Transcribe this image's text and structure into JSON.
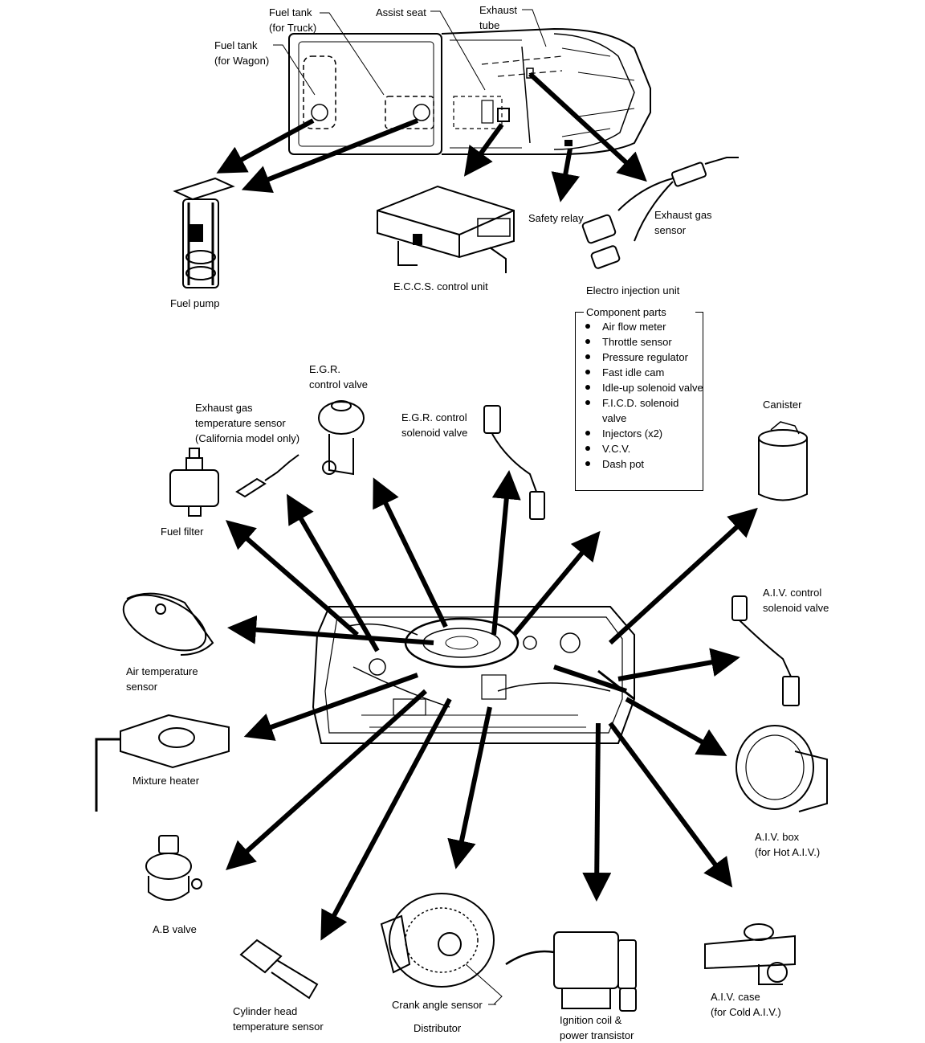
{
  "labels": {
    "fuel_tank_truck": [
      "Fuel tank",
      "(for Truck)"
    ],
    "fuel_tank_wagon": [
      "Fuel tank",
      "(for Wagon)"
    ],
    "assist_seat": "Assist seat",
    "exhaust_tube": [
      "Exhaust",
      "tube"
    ],
    "fuel_pump": "Fuel pump",
    "eccs_control_unit": "E.C.C.S. control unit",
    "safety_relay": "Safety relay",
    "exhaust_gas_sensor": [
      "Exhaust gas",
      "sensor"
    ],
    "electro_injection_unit": "Electro injection unit",
    "egr_control_valve": [
      "E.G.R.",
      "control valve"
    ],
    "egr_control_solenoid_valve": [
      "E.G.R. control",
      "solenoid valve"
    ],
    "exhaust_gas_temp_sensor": [
      "Exhaust gas",
      "temperature sensor",
      "(California model only)"
    ],
    "fuel_filter": "Fuel filter",
    "canister": "Canister",
    "air_temperature_sensor": [
      "Air temperature",
      "sensor"
    ],
    "aiv_control_solenoid_valve": [
      "A.I.V. control",
      "solenoid valve"
    ],
    "mixture_heater": "Mixture heater",
    "aiv_box": [
      "A.I.V. box",
      "(for Hot A.I.V.)"
    ],
    "ab_valve": "A.B valve",
    "cylinder_head_temp_sensor": [
      "Cylinder head",
      "temperature sensor"
    ],
    "crank_angle_sensor": "Crank angle sensor",
    "distributor": "Distributor",
    "ignition_coil": [
      "Ignition coil &",
      "power transistor"
    ],
    "aiv_case": [
      "A.I.V. case",
      "(for Cold A.I.V.)"
    ]
  },
  "legend": {
    "title": "Component parts",
    "items": [
      "Air flow meter",
      "Throttle sensor",
      "Pressure regulator",
      "Fast idle cam",
      "Idle-up solenoid valve",
      "F.I.C.D. solenoid valve",
      "Injectors (x2)",
      "V.C.V.",
      "Dash pot"
    ]
  }
}
